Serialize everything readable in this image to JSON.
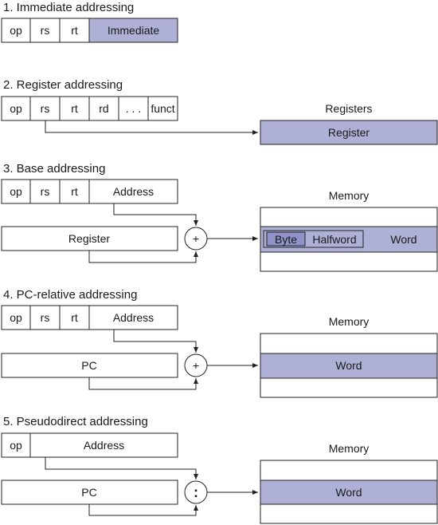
{
  "colors": {
    "highlight": "#aeb0d6",
    "byte_box": "#8f93c9",
    "stroke": "#222222",
    "text": "#1a1a1a"
  },
  "sections": {
    "immediate": {
      "title": "1.  Immediate addressing",
      "fields": [
        "op",
        "rs",
        "rt",
        "Immediate"
      ]
    },
    "register": {
      "title": "2. Register addressing",
      "fields": [
        "op",
        "rs",
        "rt",
        "rd",
        ". . .",
        "funct"
      ],
      "target_label": "Registers",
      "target_cell": "Register"
    },
    "base": {
      "title": "3.  Base addressing",
      "fields": [
        "op",
        "rs",
        "rt",
        "Address"
      ],
      "source_box": "Register",
      "operator": "+",
      "target_label": "Memory",
      "byte": "Byte",
      "halfword": "Halfword",
      "word": "Word"
    },
    "pc_relative": {
      "title": "4.  PC-relative addressing",
      "fields": [
        "op",
        "rs",
        "rt",
        "Address"
      ],
      "source_box": "PC",
      "operator": "+",
      "target_label": "Memory",
      "word": "Word"
    },
    "pseudodirect": {
      "title": "5.  Pseudodirect addressing",
      "fields": [
        "op",
        "Address"
      ],
      "source_box": "PC",
      "operator": ":",
      "target_label": "Memory",
      "word": "Word"
    }
  }
}
